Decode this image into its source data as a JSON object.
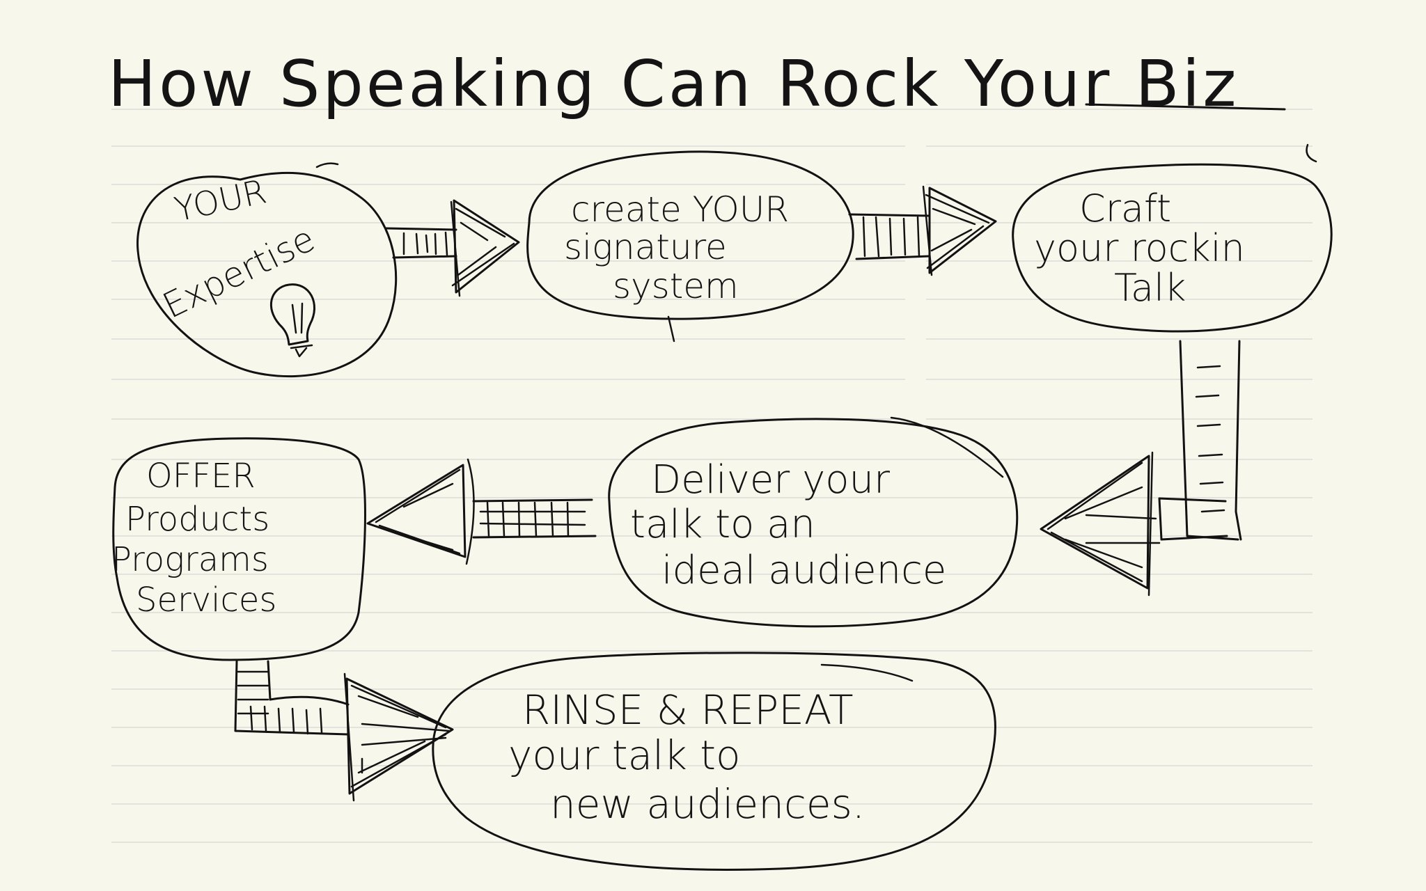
{
  "title": "How Speaking Can Rock Your Biz",
  "steps": [
    {
      "lines": [
        "YOUR",
        "Expertise"
      ]
    },
    {
      "lines": [
        "create YOUR",
        "signature",
        "system"
      ]
    },
    {
      "lines": [
        "Craft",
        "your rockin",
        "Talk"
      ]
    },
    {
      "lines": [
        "Deliver your",
        "talk to an",
        "ideal audience"
      ]
    },
    {
      "lines": [
        "OFFER",
        "Products",
        "Programs",
        "Services"
      ]
    },
    {
      "lines": [
        "RINSE & REPEAT",
        "your talk to",
        "new audiences."
      ]
    }
  ],
  "colors": {
    "paper": "#f8f7ec",
    "ink": "#121212",
    "rule": "#dcdcd6"
  },
  "icons": [
    "lightbulb-icon",
    "arrow-icon"
  ]
}
